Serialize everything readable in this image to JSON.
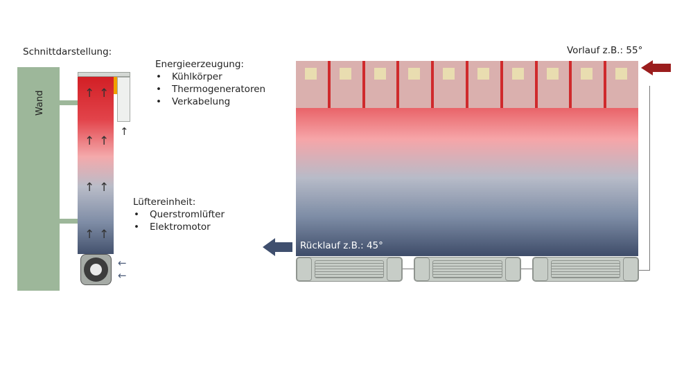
{
  "section_title": "Schnittdarstellung:",
  "wall_label": "Wand",
  "energy": {
    "title": "Energieerzeugung:",
    "items": [
      "Kühlkörper",
      "Thermogeneratoren",
      "Verkabelung"
    ]
  },
  "fan_unit": {
    "title": "Lüftereinheit:",
    "items": [
      "Querstromlüfter",
      "Elektromotor"
    ]
  },
  "supply_label": "Vorlauf z.B.: 55°",
  "return_label": "Rücklauf z.B.: 45°",
  "colors": {
    "hot": "#d21f25",
    "cold": "#3e4c69",
    "wall": "#9db79a",
    "supply_arrow": "#9b1d1d",
    "return_arrow": "#3f4f6e",
    "generator": "#f0a000"
  }
}
